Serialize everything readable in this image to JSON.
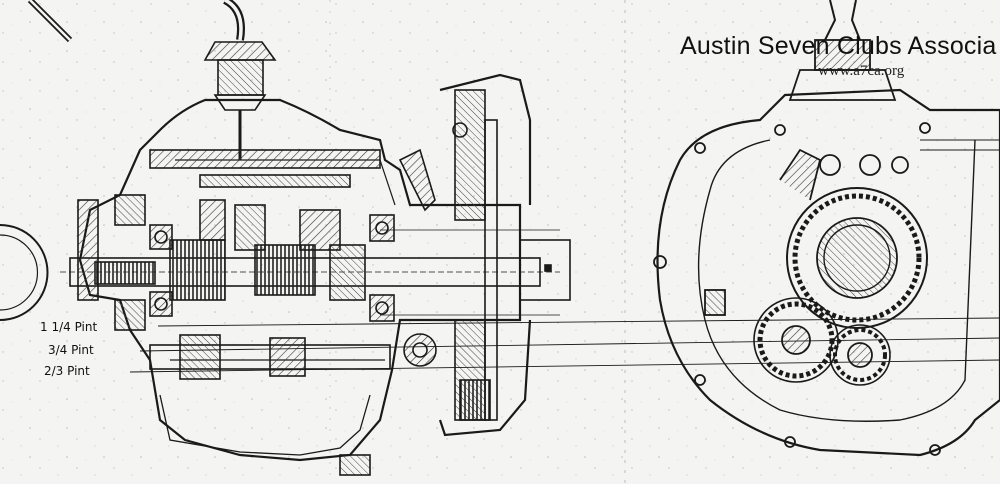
{
  "brand": {
    "title": "Austin Seven Clubs Associa",
    "website": "www.a7ca.org"
  },
  "oil_levels": [
    {
      "label": "1 1/4 Pint"
    },
    {
      "label": "3/4 Pint"
    },
    {
      "label": "2/3 Pint"
    }
  ],
  "colors": {
    "paper": "#f4f4f2",
    "ink": "#1a1a1a"
  }
}
